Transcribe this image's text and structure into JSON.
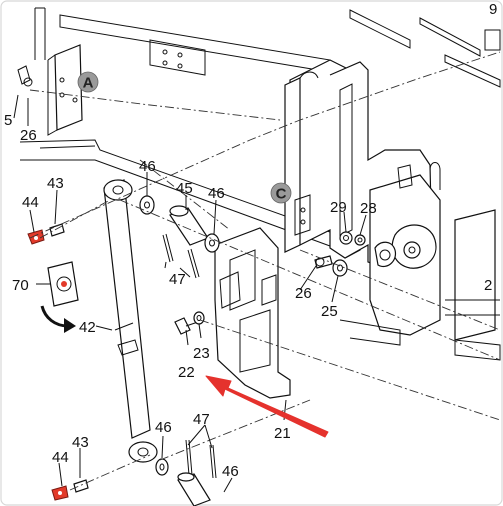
{
  "callouts": [
    {
      "id": "A",
      "label": "A"
    },
    {
      "id": "C",
      "label": "C"
    }
  ],
  "part_labels": {
    "p5": "5",
    "p26_top": "26",
    "p44_top": "44",
    "p43_top": "43",
    "p46_a": "46",
    "p45": "45",
    "p46_b": "46",
    "p70": "70",
    "p47_a": "47",
    "p42": "42",
    "p23": "23",
    "p22": "22",
    "p21": "21",
    "p29": "29",
    "p28": "28",
    "p26_mid": "26",
    "p25": "25",
    "p2_right": "2",
    "p9_right": "9",
    "p46_c": "46",
    "p47_b": "47",
    "p46_d": "46",
    "p44_bot": "44",
    "p43_bot": "43"
  },
  "colors": {
    "line": "#111111",
    "arrow": "#e5322d",
    "fastener_red": "#e23a2a",
    "callout_fill": "#9a9a9a",
    "frame": "#d8d8d8"
  },
  "icons": {
    "callout_marker": "grey-circle-letter",
    "pointer_arrow": "red-arrow",
    "rotation_arrow": "curved-black-arrow"
  }
}
